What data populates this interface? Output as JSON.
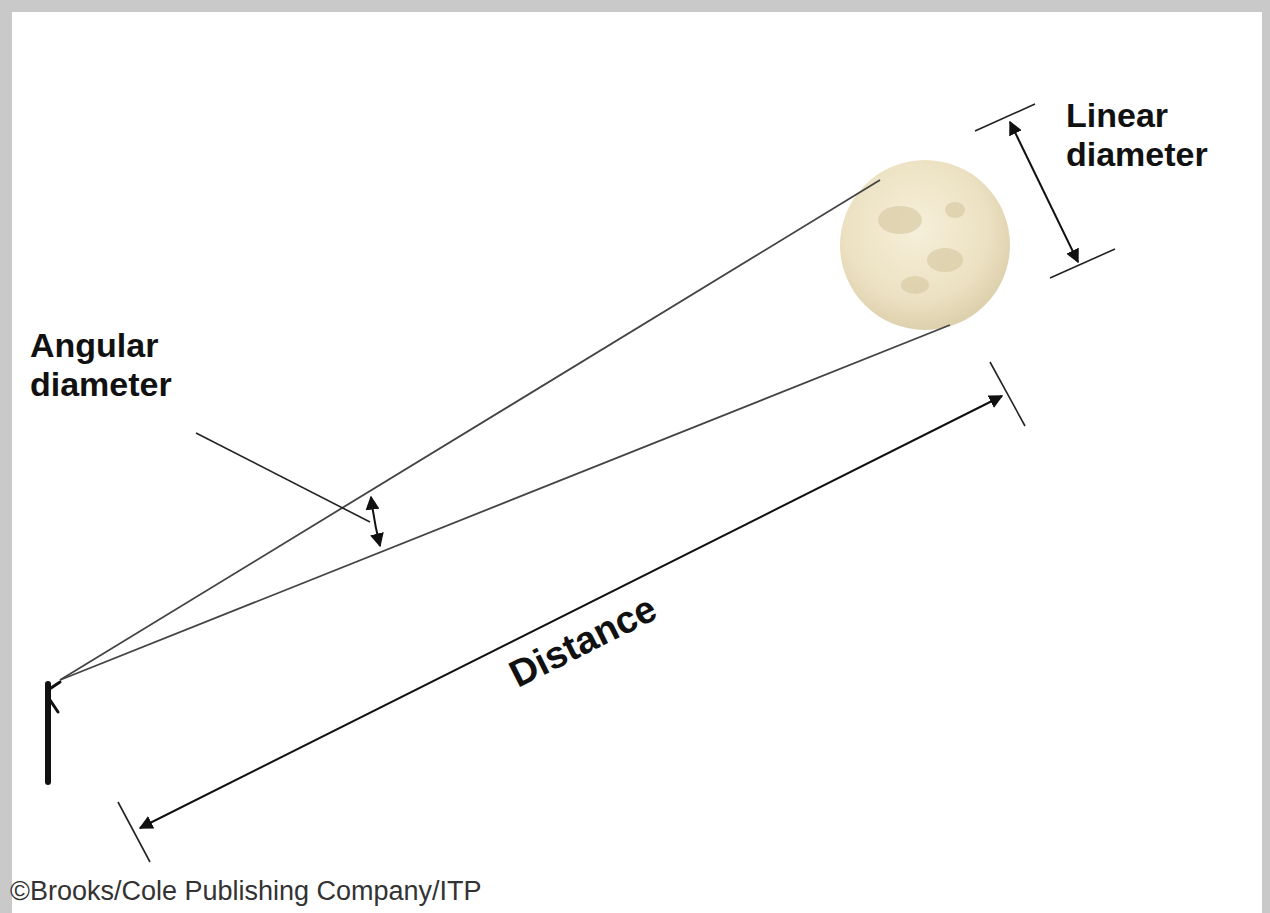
{
  "diagram": {
    "labels": [
      "Angular diameter",
      "Linear diameter",
      "Distance",
      "©Brooks/Cole Publishing Company/ITP"
    ]
  }
}
